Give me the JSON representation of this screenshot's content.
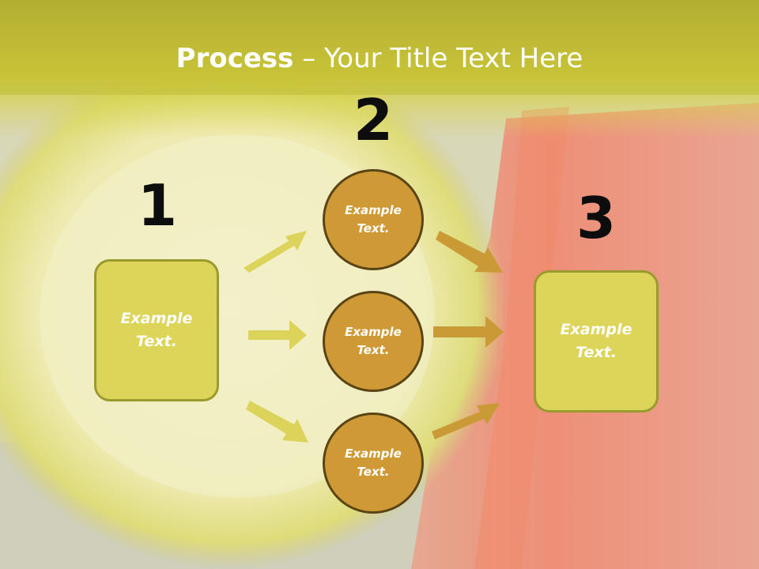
{
  "slide": {
    "title_bold": "Process",
    "title_dash": "–",
    "title_rest": "Your Title Text Here",
    "colors": {
      "title_bar": "#c9c63a",
      "box_fill": "#ddd55a",
      "box_border": "#9a9a2e",
      "circle_fill": "#cf9a35",
      "circle_border": "#5a4416",
      "arrow_yellow": "#dcd35a",
      "arrow_orange": "#c99a35"
    }
  },
  "steps": [
    {
      "number": "1",
      "text": "Example Text."
    },
    {
      "number": "2",
      "circles": [
        {
          "text": "Example Text."
        },
        {
          "text": "Example Text."
        },
        {
          "text": "Example Text."
        }
      ]
    },
    {
      "number": "3",
      "text": "Example Text."
    }
  ]
}
